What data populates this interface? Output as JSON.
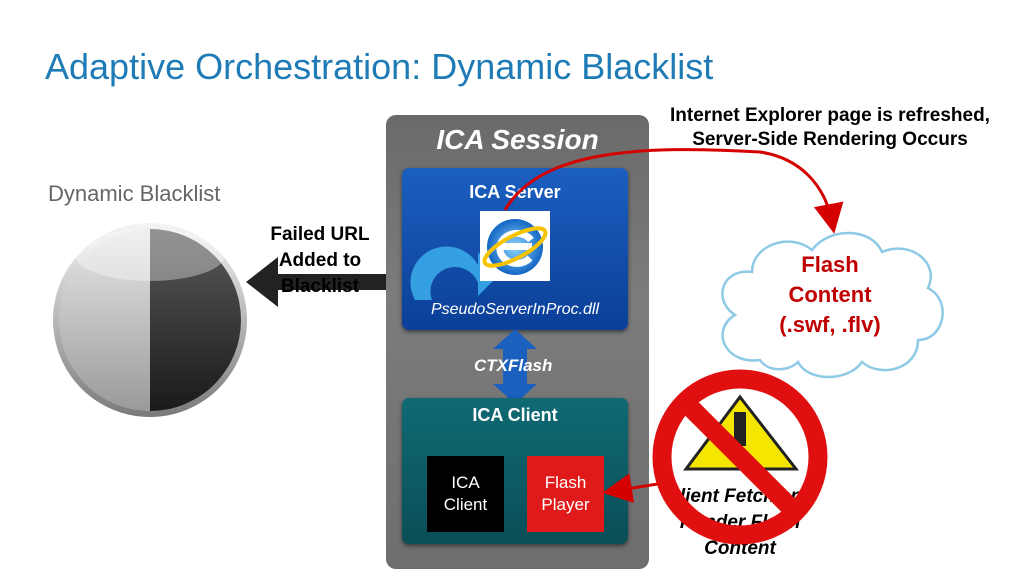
{
  "title": "Adaptive Orchestration: Dynamic Blacklist",
  "blacklist_label": "Dynamic Blacklist",
  "ie_caption": {
    "line1": "Internet Explorer page is refreshed,",
    "line2": "Server-Side Rendering Occurs"
  },
  "session": {
    "title": "ICA Session",
    "server_title": "ICA Server",
    "dll_label": "PseudoServerInProc.dll",
    "channel_label": "CTXFlash",
    "client_title": "ICA Client",
    "client_inner": [
      "ICA",
      "Client"
    ],
    "flash_player": [
      "Flash",
      "Player"
    ]
  },
  "failed_url": [
    "Failed URL",
    "Added to",
    "Blacklist"
  ],
  "flash_content": [
    "Flash",
    "Content",
    "(.swf, .flv)"
  ],
  "client_fetch": [
    "Client Fetch and",
    "Render Flash",
    "Content"
  ],
  "icons": [
    "internet-explorer-icon",
    "refresh-arrow-icon",
    "warning-icon",
    "prohibited-icon",
    "sphere-icon"
  ],
  "colors": {
    "title": "#1f7bb6",
    "server": "#1b5fbf",
    "client": "#0f6a74",
    "arrow_red": "#d40000",
    "flash_text": "#c00000"
  }
}
